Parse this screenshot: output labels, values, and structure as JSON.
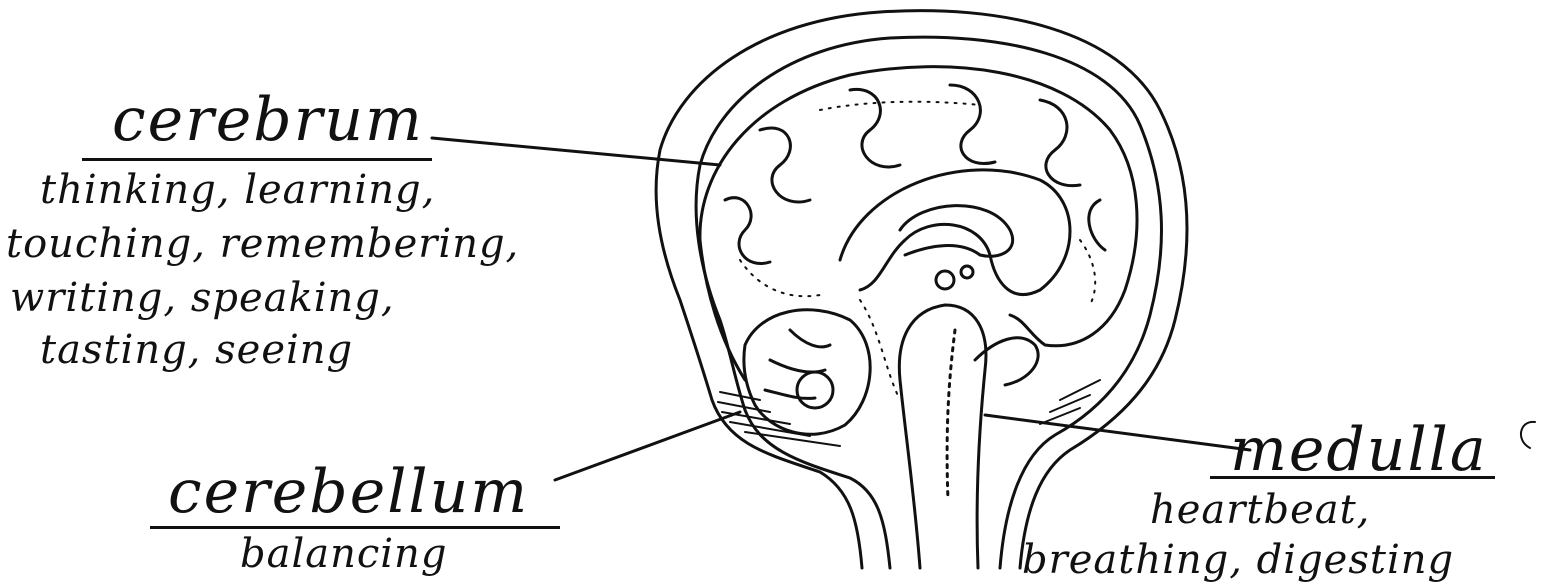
{
  "labels": {
    "cerebrum": {
      "title": "cerebrum",
      "functions": [
        "thinking, learning,",
        "touching, remembering,",
        "writing, speaking,",
        "tasting, seeing"
      ]
    },
    "cerebellum": {
      "title": "cerebellum",
      "functions": [
        "balancing"
      ]
    },
    "medulla": {
      "title": "medulla",
      "functions": [
        "heartbeat,",
        "breathing, digesting"
      ]
    }
  },
  "colors": {
    "ink": "#111111",
    "paper": "#ffffff"
  }
}
